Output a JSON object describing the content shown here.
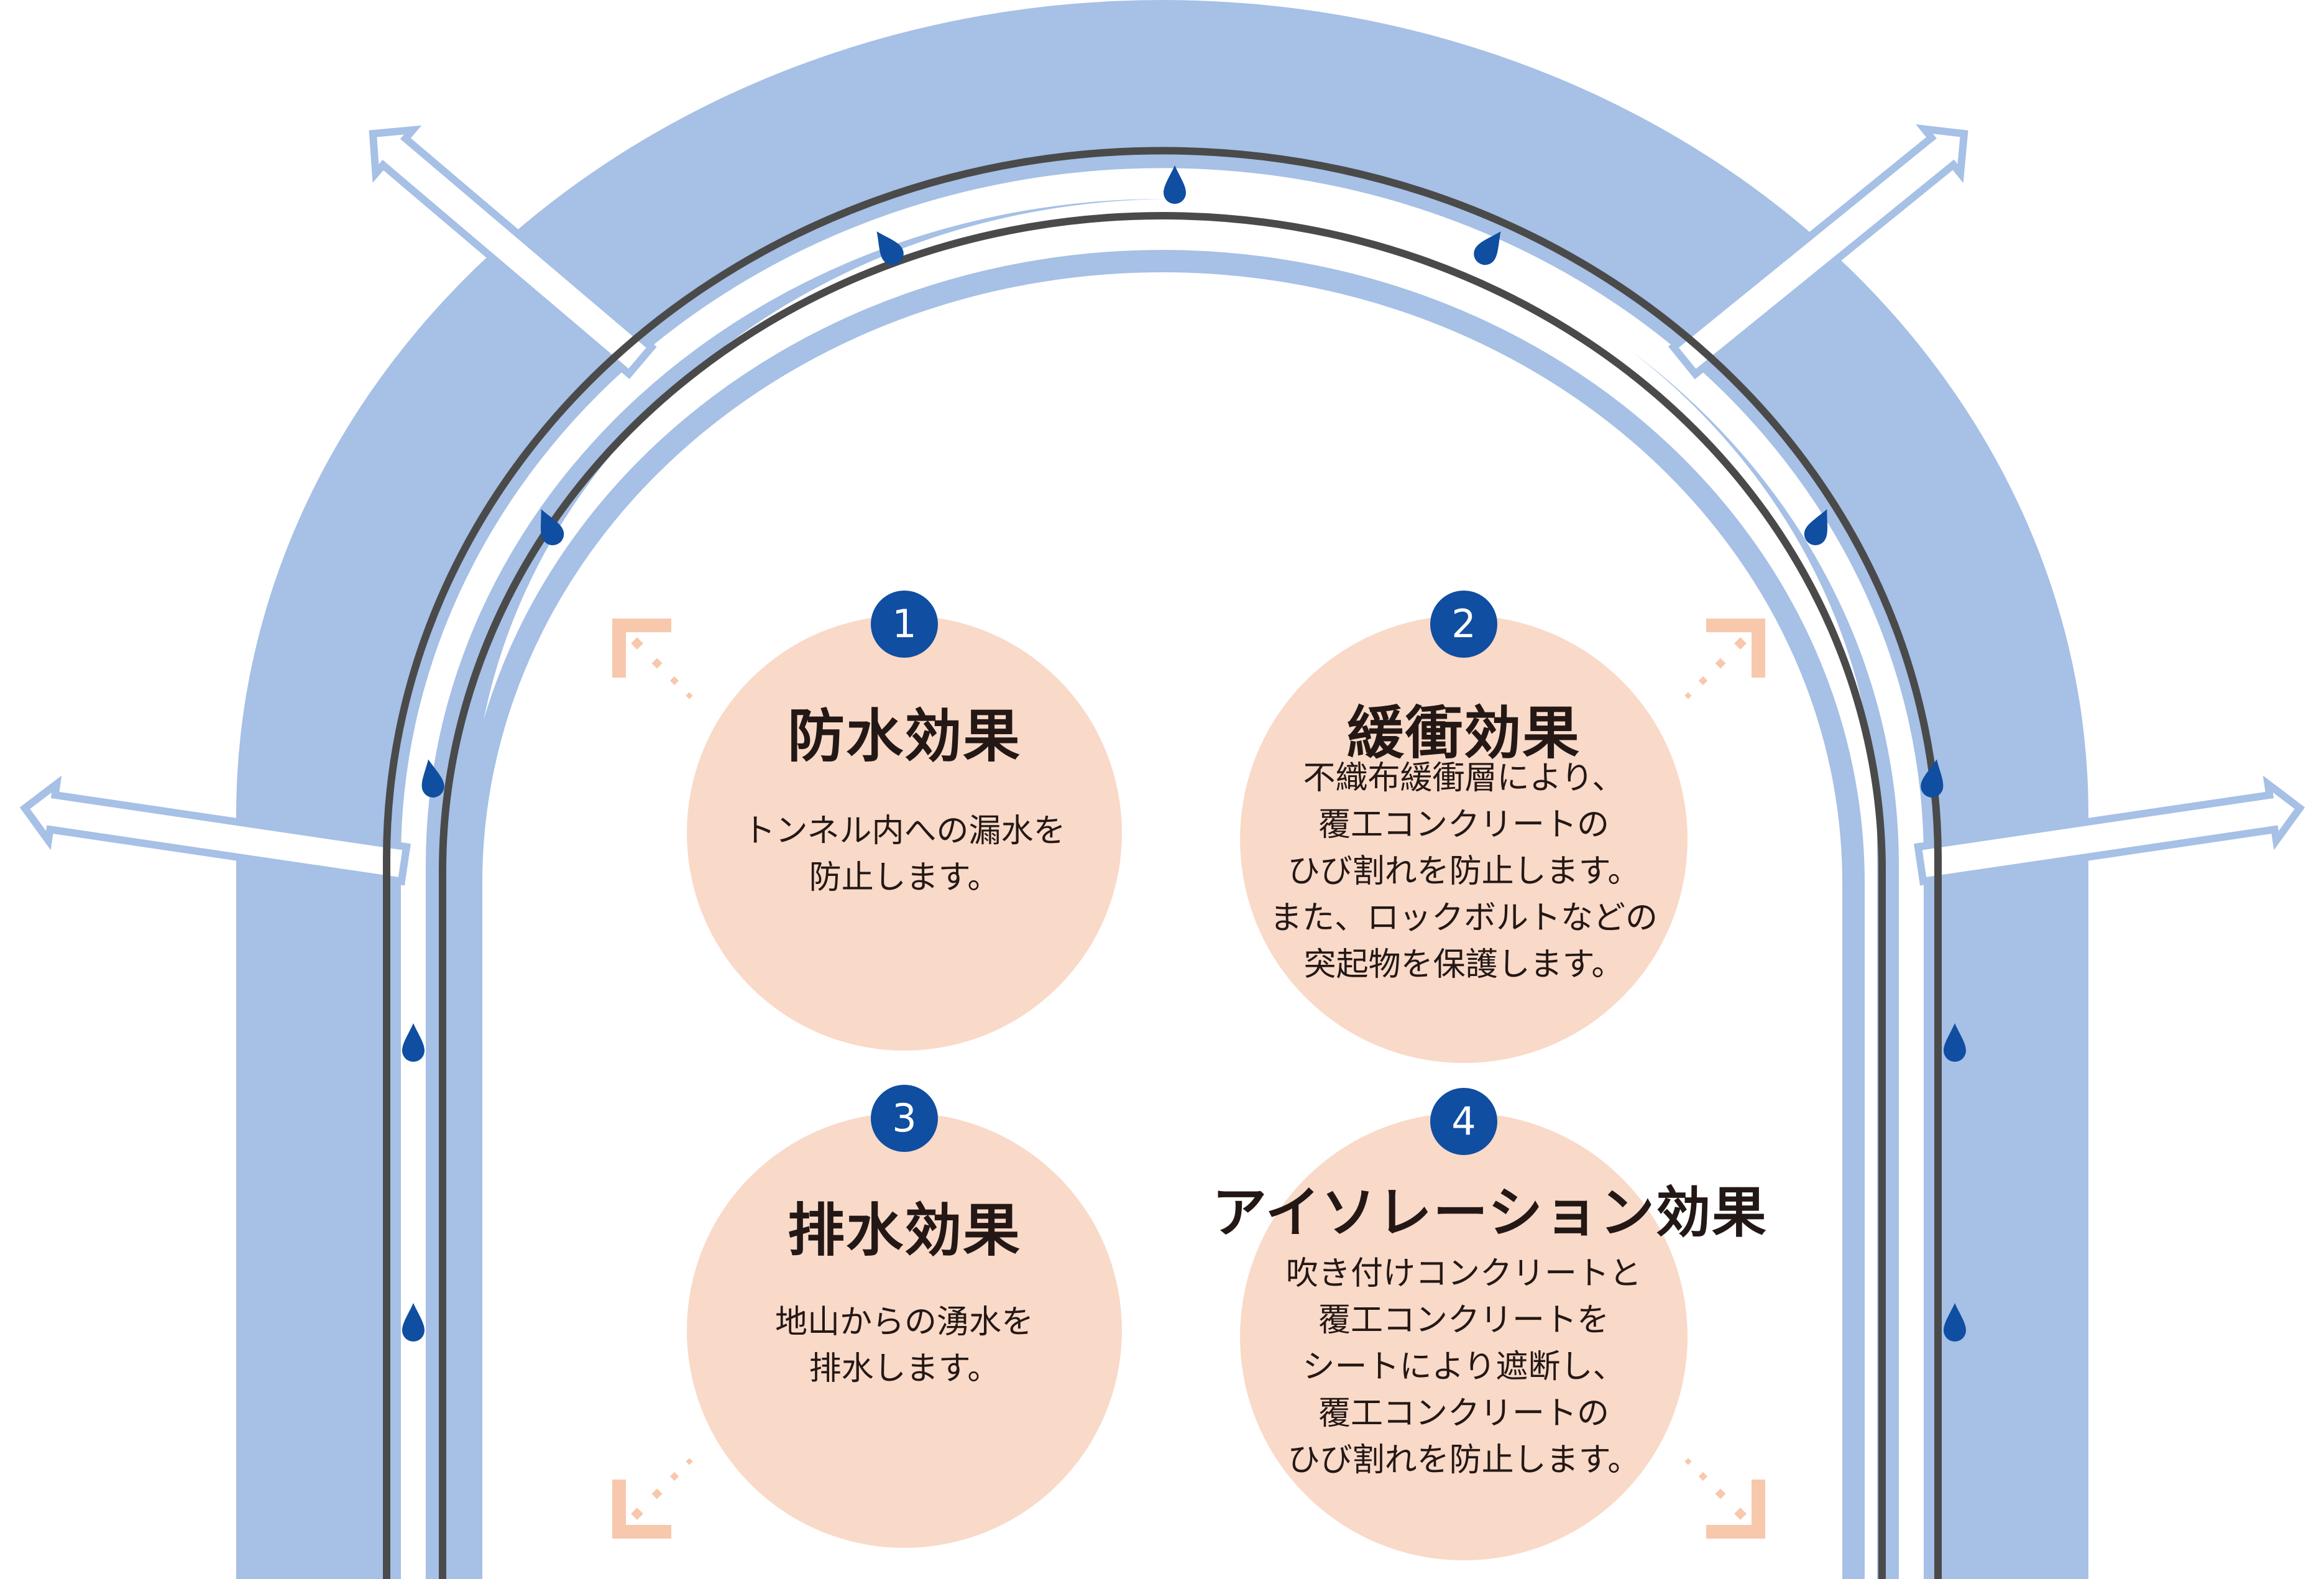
{
  "colors": {
    "rock_layer": "#a6c0e6",
    "bolt_fill": "#ffffff",
    "bolt_stroke": "#a6c0e6",
    "sheet_line": "#4a4a4a",
    "inner_lining": "#a6c0e6",
    "water_drop": "#0f4ea1",
    "effect_circle": "#f9d9c8",
    "number_badge": "#0f4ea1",
    "arrow": "#f7c8ac",
    "text": "#231815"
  },
  "effects": [
    {
      "number": "1",
      "title": "防水効果",
      "description": [
        "トンネル内への漏水を",
        "防止します。"
      ]
    },
    {
      "number": "2",
      "title": "緩衝効果",
      "description": [
        "不織布緩衝層により、",
        "覆工コンクリートの",
        "ひび割れを防止します。",
        "また、ロックボルトなどの",
        "突起物を保護します。"
      ]
    },
    {
      "number": "3",
      "title": "排水効果",
      "description": [
        "地山からの湧水を",
        "排水します。"
      ]
    },
    {
      "number": "4",
      "title": "アイソレーション効果",
      "description": [
        "吹き付けコンクリートと",
        "覆工コンクリートを",
        "シートにより遮断し、",
        "覆工コンクリートの",
        "ひび割れを防止します。"
      ]
    }
  ],
  "icons": {
    "water_drop": "water-drop-icon",
    "rock_bolt": "rock-bolt-icon",
    "arrow": "expand-arrow-icon"
  }
}
